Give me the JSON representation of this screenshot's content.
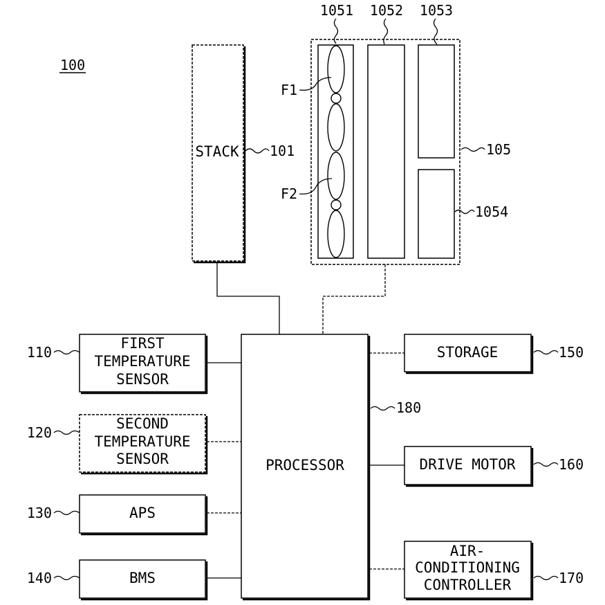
{
  "figure": {
    "ref": "100"
  },
  "stack": {
    "label": "STACK",
    "ref": "101"
  },
  "cooling_module": {
    "ref": "105",
    "fan_unit": {
      "ref": "1051",
      "fans": [
        "F1",
        "F2"
      ]
    },
    "part_1052": {
      "ref": "1052"
    },
    "part_1053": {
      "ref": "1053"
    },
    "part_1054": {
      "ref": "1054"
    }
  },
  "processor": {
    "label": "PROCESSOR",
    "ref": "180"
  },
  "inputs": [
    {
      "lines": [
        "FIRST",
        "TEMPERATURE",
        "SENSOR"
      ],
      "ref": "110"
    },
    {
      "lines": [
        "SECOND",
        "TEMPERATURE",
        "SENSOR"
      ],
      "ref": "120"
    },
    {
      "lines": [
        "APS"
      ],
      "ref": "130"
    },
    {
      "lines": [
        "BMS"
      ],
      "ref": "140"
    }
  ],
  "outputs": [
    {
      "lines": [
        "STORAGE"
      ],
      "ref": "150"
    },
    {
      "lines": [
        "DRIVE MOTOR"
      ],
      "ref": "160"
    },
    {
      "lines": [
        "AIR-",
        "CONDITIONING",
        "CONTROLLER"
      ],
      "ref": "170"
    }
  ]
}
